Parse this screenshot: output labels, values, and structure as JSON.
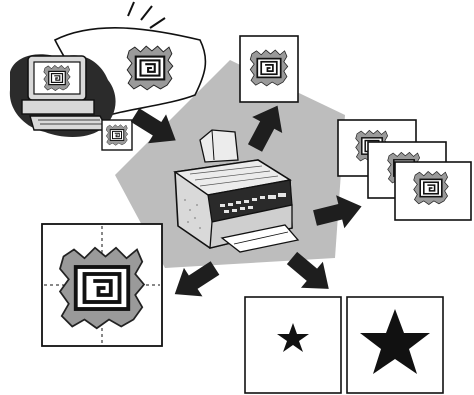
{
  "diagram": {
    "type": "multifunction-printer-capabilities",
    "colors": {
      "pentagon": "#bdbdbd",
      "arrow": "#1e1e1e",
      "line": "#111111",
      "paper": "#ffffff",
      "printer_body": "#d9d9d9",
      "printer_dark": "#2a2a2a",
      "pattern_dark": "#1a1a1a",
      "pattern_mid": "#8a8a8a"
    },
    "elements": [
      {
        "id": "computer-fax",
        "icon": "computer-with-fax-icon"
      },
      {
        "id": "printer",
        "icon": "all-in-one-printer-icon"
      },
      {
        "id": "single-copy",
        "icon": "copy-page-icon"
      },
      {
        "id": "multiple-copies",
        "icon": "stacked-copies-icon"
      },
      {
        "id": "enlarged-copy",
        "icon": "enlarged-copy-icon"
      },
      {
        "id": "reduce-enlarge",
        "icon": "small-and-large-star-icon"
      }
    ],
    "arrows": [
      {
        "from": "computer-fax",
        "to": "printer"
      },
      {
        "from": "printer",
        "to": "single-copy"
      },
      {
        "from": "printer",
        "to": "multiple-copies"
      },
      {
        "from": "printer",
        "to": "enlarged-copy"
      },
      {
        "from": "printer",
        "to": "reduce-enlarge"
      }
    ]
  }
}
